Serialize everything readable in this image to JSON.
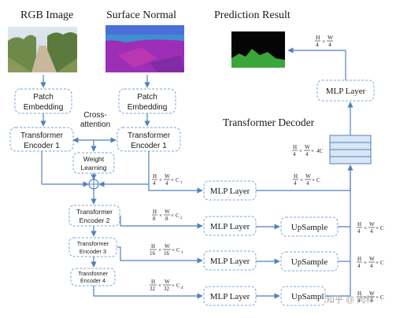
{
  "headers": {
    "rgb": "RGB Image",
    "normal": "Surface Normal",
    "pred": "Prediction   Result",
    "decoder": "Transformer Decoder"
  },
  "blocks": {
    "patch_line1": "Patch",
    "patch_line2": "Embedding",
    "cross_line1": "Cross-",
    "cross_line2": "attention",
    "enc_line1": "Transformer",
    "enc1_line2": "Encoder 1",
    "weight_line1": "Weight",
    "weight_line2": "Learning",
    "enc2_line2": "Encoder 2",
    "enc3_line2": "Encoder 3",
    "enc4_line2": "Encoder 4",
    "mlp": "MLP Layer",
    "upsample": "UpSample",
    "upsample_partial": "UpSampl"
  },
  "math": {
    "h": "H",
    "w": "W",
    "times": "×",
    "d4": "4",
    "d8": "8",
    "d16": "16",
    "d32": "32",
    "c1": "C",
    "c1_sub": "1",
    "c2_sub": "2",
    "c3_sub": "3",
    "c4_sub": "4",
    "c": "C",
    "fourc": "4C"
  },
  "watermark": "知乎 @ 肉林",
  "colors": {
    "accent": "#4f81bd",
    "box_border": "#7aa7d6",
    "text": "#1a1a1a"
  }
}
